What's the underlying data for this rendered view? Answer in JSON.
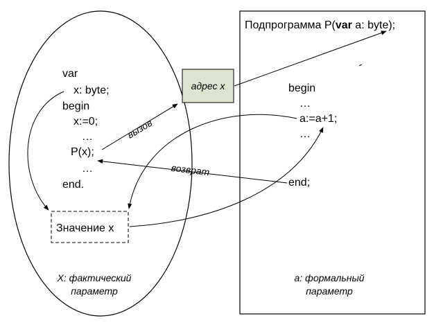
{
  "caller": {
    "code_lines": [
      "var",
      "x: byte;",
      "begin",
      "x:=0;",
      "…",
      "P(x);",
      "…",
      "end."
    ],
    "caption": [
      "X: фактический",
      "параметр"
    ]
  },
  "callee": {
    "header_prefix": "Подпрограмма  P(",
    "header_keyword": "var",
    "header_suffix": " a: byte);",
    "code_lines": [
      "begin",
      "…",
      "a:=a+1;",
      "…",
      "end;"
    ],
    "caption": [
      "а: формальный",
      "параметр"
    ]
  },
  "address_box": {
    "label": "адрес x",
    "fill": "#dce3cf"
  },
  "value_box": {
    "label": "Значение x"
  },
  "arrows": {
    "call_label": "вызов",
    "return_label": "возврат"
  },
  "colors": {
    "stroke": "#000000",
    "background": "#ffffff"
  }
}
